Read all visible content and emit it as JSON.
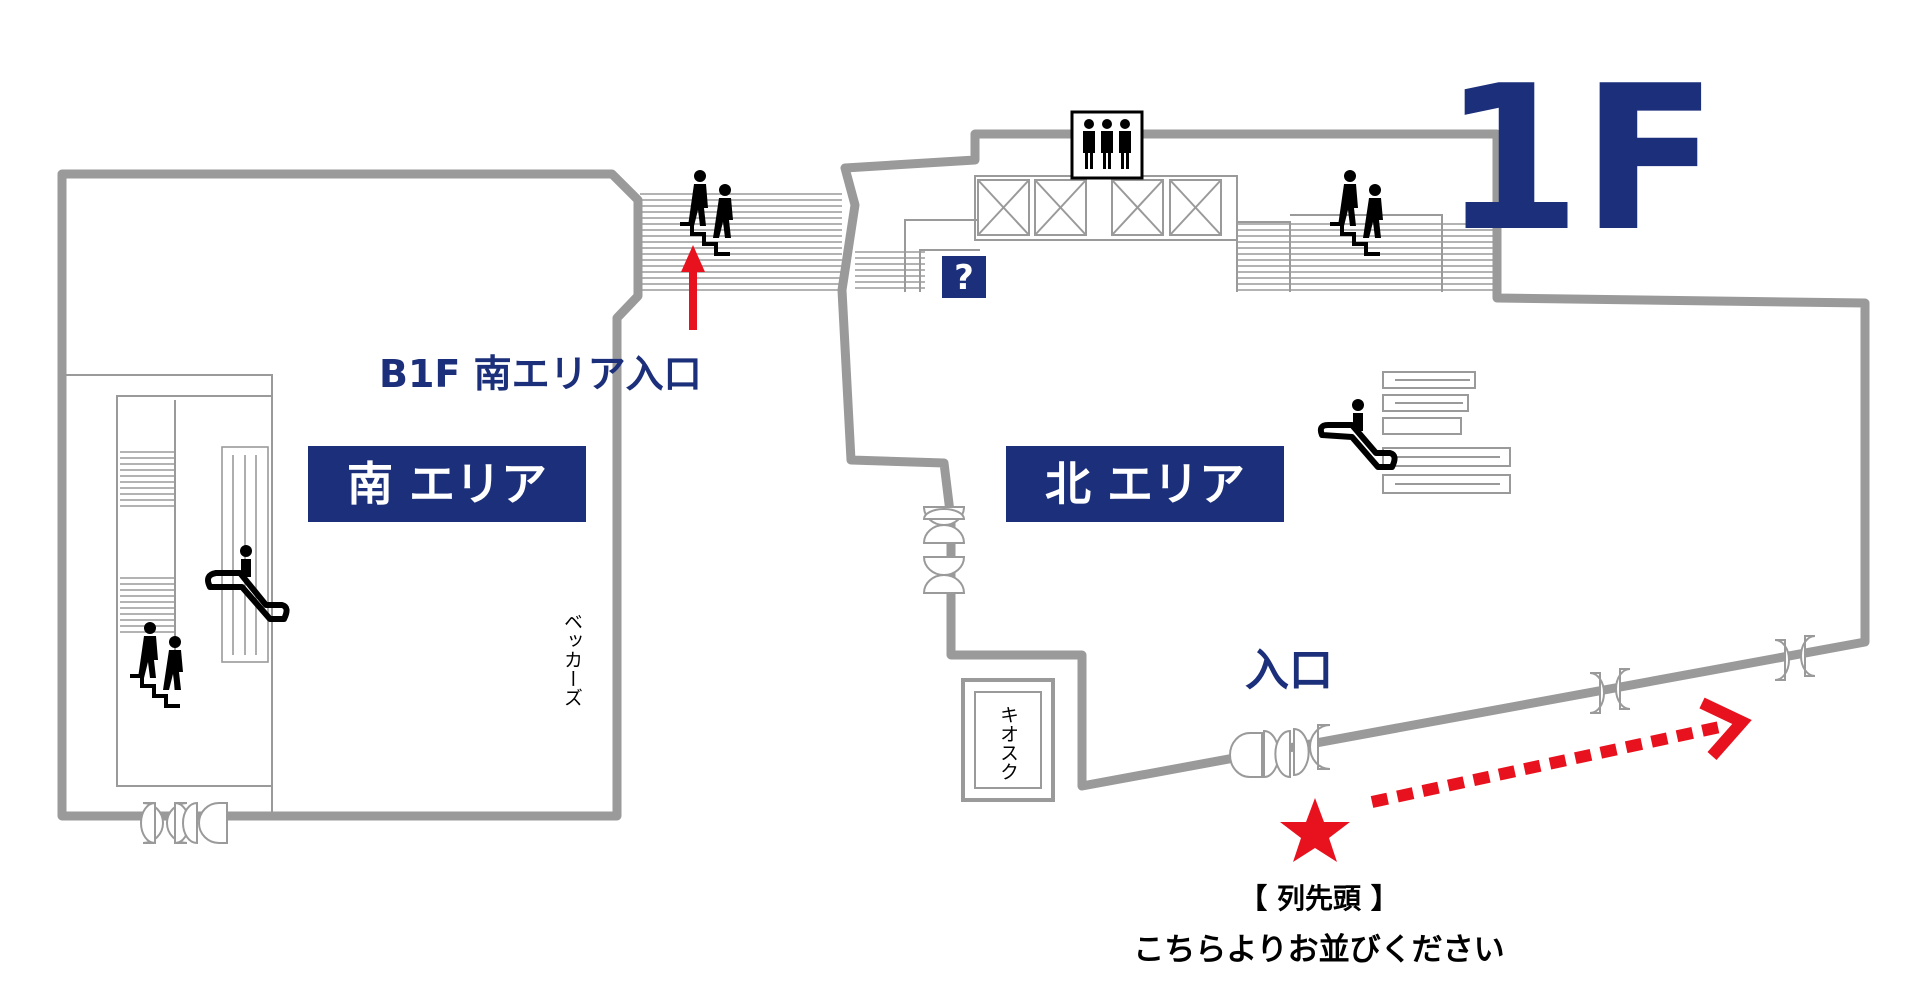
{
  "floor_label": "1F",
  "areas": {
    "south": "南 エリア",
    "north": "北 エリア"
  },
  "entrance_b1f": "B1F 南エリア入口",
  "entrance_main": "入口",
  "shops": {
    "beckers": "ベッカーズ",
    "kiosk": "キオスク"
  },
  "info_symbol": "?",
  "queue_note": {
    "heading": "【 列先頭 】",
    "body": "こちらよりお並びください"
  },
  "colors": {
    "navy": "#1c2f7a",
    "wall": "#9a9a9a",
    "red": "#e8121e"
  },
  "icons": [
    "stairs-icon",
    "escalator-icon",
    "elevator-icon",
    "info-icon",
    "door-icon",
    "star-icon",
    "arrow-icon"
  ]
}
